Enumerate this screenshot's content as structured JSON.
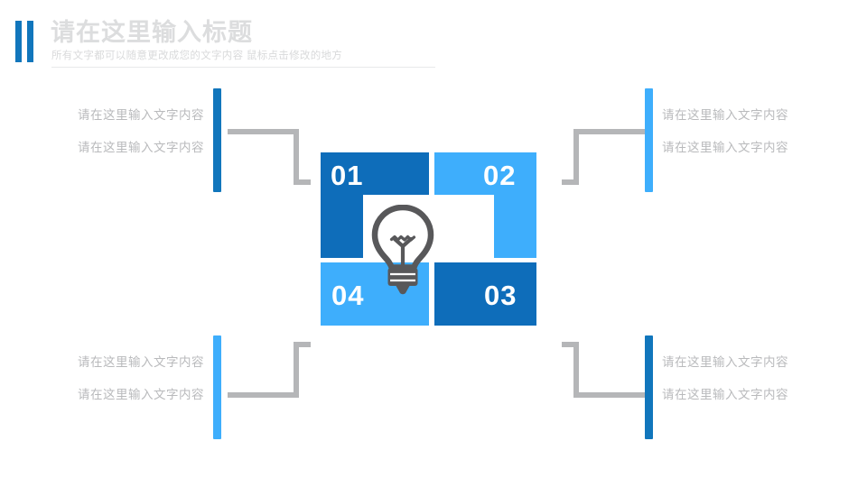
{
  "header": {
    "title": "请在这里输入标题",
    "subtitle": "所有文字都可以随意更改成您的文字内容  鼠标点击修改的地方",
    "accent_color": "#1176BC",
    "title_color": "#DCDDDE"
  },
  "colors": {
    "dark_blue": "#0E6DBA",
    "light_blue": "#3EAEFC",
    "connector_gray": "#B5B6B8",
    "text_gray": "#B9BABC"
  },
  "center": {
    "icon": "lightbulb-icon",
    "icon_color": "#58585A",
    "blocks": [
      {
        "id": "01",
        "number": "01",
        "color": "#0E6DBA",
        "position": "top-left"
      },
      {
        "id": "02",
        "number": "02",
        "color": "#3EAEFC",
        "position": "top-right"
      },
      {
        "id": "03",
        "number": "03",
        "color": "#0E6DBA",
        "position": "bottom-right"
      },
      {
        "id": "04",
        "number": "04",
        "color": "#3EAEFC",
        "position": "bottom-left"
      }
    ]
  },
  "entries": [
    {
      "id": "entry-01",
      "side": "left",
      "bar_color": "#1176BC",
      "line1": "请在这里输入文字内容",
      "line2": "请在这里输入文字内容"
    },
    {
      "id": "entry-02",
      "side": "right",
      "bar_color": "#3EAEFC",
      "line1": "请在这里输入文字内容",
      "line2": "请在这里输入文字内容"
    },
    {
      "id": "entry-04",
      "side": "left",
      "bar_color": "#3EAEFC",
      "line1": "请在这里输入文字内容",
      "line2": "请在这里输入文字内容"
    },
    {
      "id": "entry-03",
      "side": "right",
      "bar_color": "#1176BC",
      "line1": "请在这里输入文字内容",
      "line2": "请在这里输入文字内容"
    }
  ]
}
